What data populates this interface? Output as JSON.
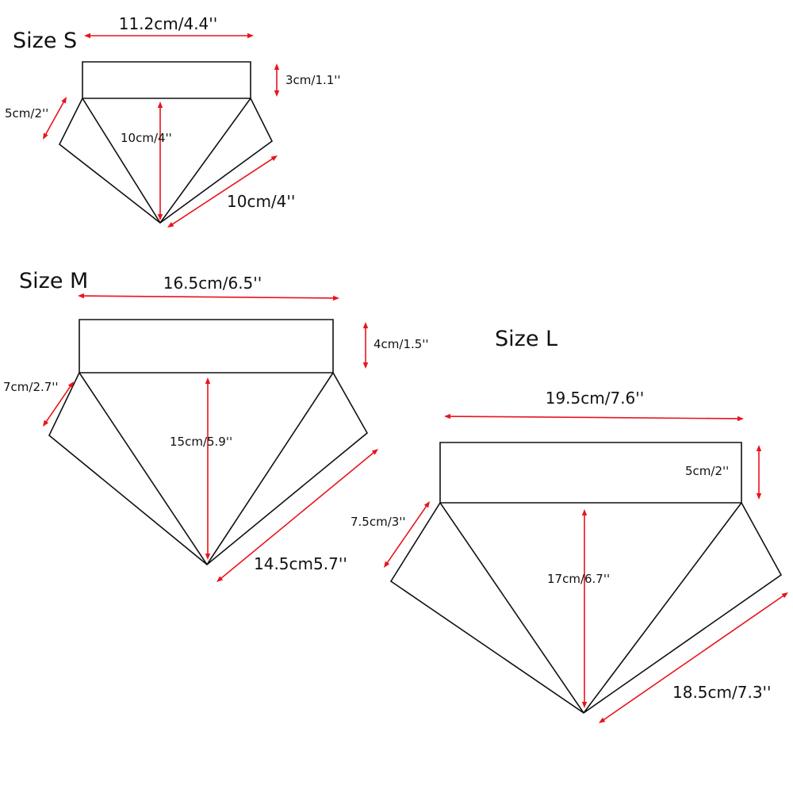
{
  "colors": {
    "outline": "#111111",
    "dimension_arrow": "#e8141c",
    "background": "#ffffff"
  },
  "sizes": [
    {
      "id": "s",
      "title": "Size S",
      "top_width": "11.2cm/4.4''",
      "band_height": "3cm/1.1''",
      "side_length": "5cm/2''",
      "center_height": "10cm/4''",
      "diagonal_length": "10cm/4''"
    },
    {
      "id": "m",
      "title": "Size M",
      "top_width": "16.5cm/6.5''",
      "band_height": "4cm/1.5''",
      "side_length": "7cm/2.7''",
      "center_height": "15cm/5.9''",
      "diagonal_length": "14.5cm5.7''"
    },
    {
      "id": "l",
      "title": "Size L",
      "top_width": "19.5cm/7.6''",
      "band_height": "5cm/2''",
      "side_length": "7.5cm/3''",
      "center_height": "17cm/6.7''",
      "diagonal_length": "18.5cm/7.3''"
    }
  ]
}
